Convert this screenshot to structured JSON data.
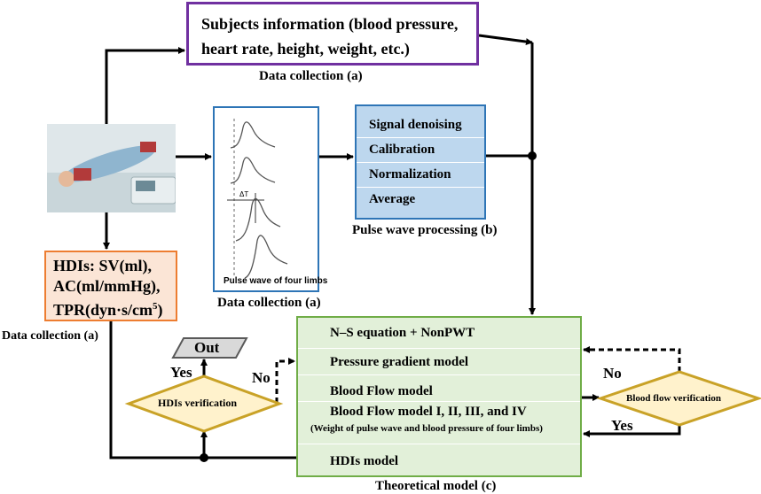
{
  "subjects": {
    "line1": "Subjects information (blood pressure,",
    "line2": "heart rate, height, weight, etc.)"
  },
  "labels": {
    "data_collection_top": "Data collection (a)",
    "data_collection_mid": "Data collection (a)",
    "data_collection_left": "Data collection (a)",
    "pulse_wave_processing": "Pulse wave processing (b)",
    "theoretical_model": "Theoretical model (c)",
    "pulse_wave_caption": "Pulse wave of four limbs",
    "delta_t": "ΔT"
  },
  "processing": {
    "steps": [
      "Signal denoising",
      "Calibration",
      "Normalization",
      "Average"
    ]
  },
  "hdis": {
    "line1": "HDIs: SV(ml),",
    "line2": "AC(ml/mmHg),",
    "line3": "TPR(dyn·s/cm",
    "line3_sup": "5",
    "line3_end": ")"
  },
  "theoretical": {
    "row1": "N–S equation + NonPWT",
    "row2": "Pressure gradient model",
    "row3": "Blood Flow model",
    "row4": "Blood Flow model I, II, III, and IV",
    "row4_sub": "(Weight of pulse wave and blood pressure of four limbs)",
    "row5": "HDIs model"
  },
  "decisions": {
    "hdis_verification": "HDIs verification",
    "blood_flow_verification": "Blood flow verification",
    "out": "Out",
    "yes_left": "Yes",
    "no_left": "No",
    "no_right": "No",
    "yes_right": "Yes"
  },
  "colors": {
    "subjects_border": "#7030a0",
    "blue_border": "#2e75b6",
    "processing_fill": "#bdd7ee",
    "hdis_border": "#ed7d31",
    "hdis_fill": "#fbe5d6",
    "theoretical_border": "#70ad47",
    "theoretical_fill": "#e2f0d9",
    "diamond_border": "#c9a227",
    "diamond_fill": "#fff2cc"
  }
}
